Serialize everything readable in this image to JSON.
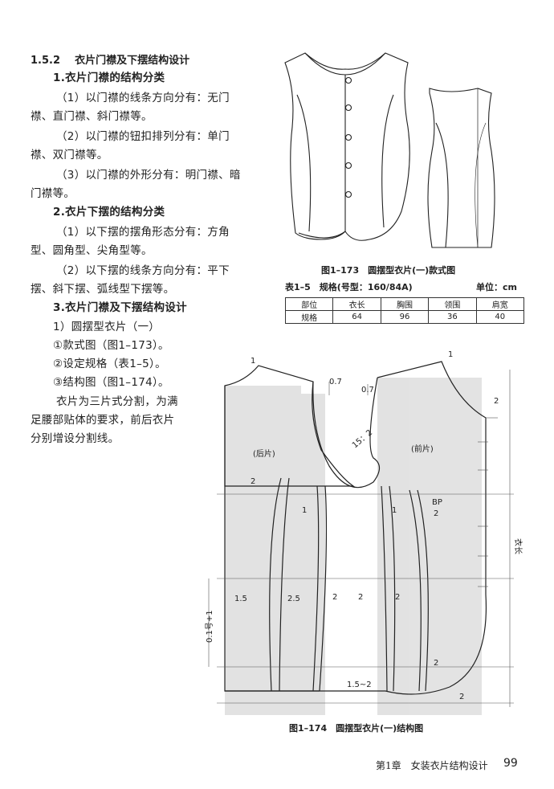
{
  "section": {
    "number": "1.5.2",
    "title": "衣片门襟及下摆结构设计"
  },
  "h1": "1.衣片门襟的结构分类",
  "p1a": "（1）以门襟的线条方向分有：无门",
  "p1b": "襟、直门襟、斜门襟等。",
  "p2a": "（2）以门襟的钮扣排列分有：单门",
  "p2b": "襟、双门襟等。",
  "p3a": "（3）以门襟的外形分有：明门襟、暗",
  "p3b": "门襟等。",
  "h2": "2.衣片下摆的结构分类",
  "p4a": "（1）以下摆的摆角形态分有：方角",
  "p4b": "型、圆角型、尖角型等。",
  "p5a": "（2）以下摆的线条方向分有：平下",
  "p5b": "摆、斜下摆、弧线型下摆等。",
  "h3": "3.衣片门襟及下摆结构设计",
  "s1": "1）圆摆型衣片（一）",
  "s2": "①款式图（图1–173）。",
  "s3": "②设定规格（表1–5）。",
  "s4": "③结构图（图1–174）。",
  "p6a": "衣片为三片式分割，为满",
  "p6b": "足腰部贴体的要求，前后衣片",
  "p6c": "分别增设分割线。",
  "fig173": "图1–173　圆摆型衣片(一)款式图",
  "table": {
    "caption": "表1–5　规格(号型：160/84A)",
    "unit": "单位：cm",
    "header": [
      "部位",
      "衣长",
      "胸围",
      "领围",
      "肩宽"
    ],
    "row": [
      "规格",
      "64",
      "96",
      "36",
      "40"
    ]
  },
  "diagram": {
    "back": "(后片)",
    "front": "(前片)",
    "bp": "BP",
    "length": "衣长",
    "side": "0.1号+1",
    "n1": "1",
    "n2": "2",
    "n07": "0.7",
    "n152": "15：2",
    "n15": "1.5",
    "n25": "2.5",
    "n152b": "1.5~2"
  },
  "fig174": "图1–174　圆摆型衣片(一)结构图",
  "footer": {
    "chapter": "第1章　女装衣片结构设计",
    "page": "99"
  }
}
